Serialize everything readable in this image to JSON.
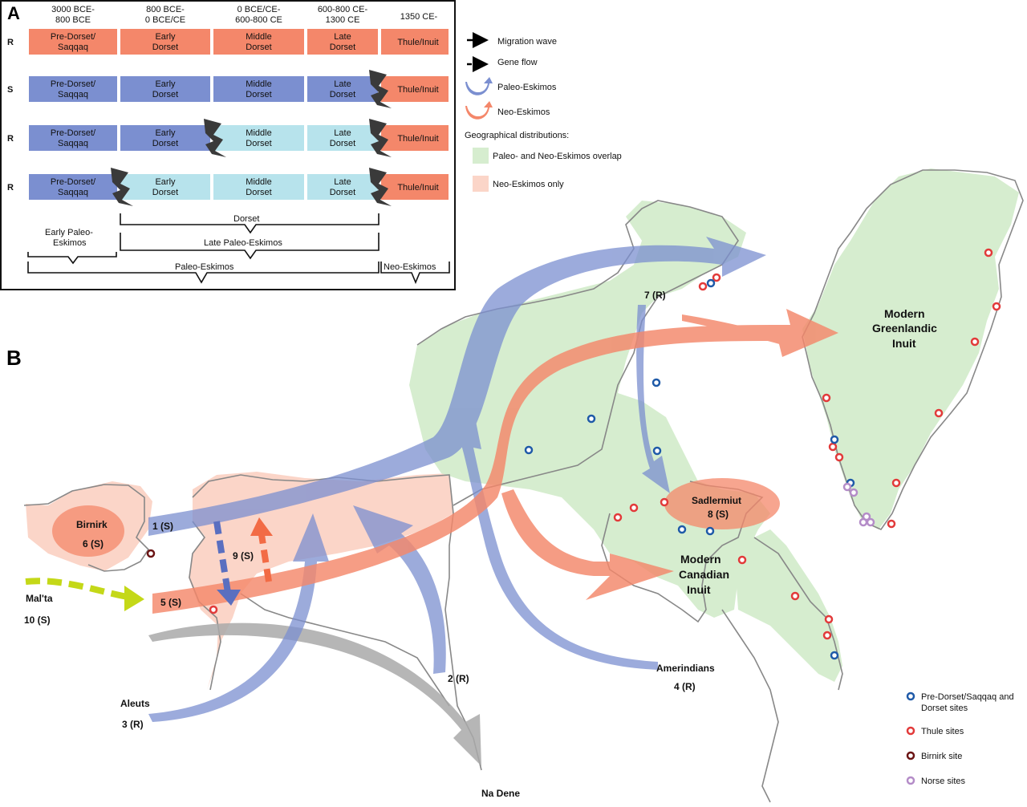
{
  "panelA": {
    "letter": "A",
    "periods": [
      {
        "l1": "3000 BCE-",
        "l2": "800 BCE"
      },
      {
        "l1": "800 BCE-",
        "l2": "0 BCE/CE"
      },
      {
        "l1": "0 BCE/CE-",
        "l2": "600-800 CE"
      },
      {
        "l1": "600-800 CE-",
        "l2": "1300 CE"
      },
      {
        "l1": "1350 CE-",
        "l2": ""
      }
    ],
    "rows": [
      {
        "code": "R",
        "cells": [
          {
            "l1": "Pre-Dorset/",
            "l2": "Saqqaq"
          },
          {
            "l1": "Early",
            "l2": "Dorset"
          },
          {
            "l1": "Middle",
            "l2": "Dorset"
          },
          {
            "l1": "Late",
            "l2": "Dorset"
          },
          {
            "l1": "Thule/Inuit",
            "l2": ""
          }
        ]
      },
      {
        "code": "S",
        "cells": [
          {
            "l1": "Pre-Dorset/",
            "l2": "Saqqaq"
          },
          {
            "l1": "Early",
            "l2": "Dorset"
          },
          {
            "l1": "Middle",
            "l2": "Dorset"
          },
          {
            "l1": "Late",
            "l2": "Dorset"
          },
          {
            "l1": "Thule/Inuit",
            "l2": ""
          }
        ]
      },
      {
        "code": "R",
        "cells": [
          {
            "l1": "Pre-Dorset/",
            "l2": "Saqqaq"
          },
          {
            "l1": "Early",
            "l2": "Dorset"
          },
          {
            "l1": "Middle",
            "l2": "Dorset"
          },
          {
            "l1": "Late",
            "l2": "Dorset"
          },
          {
            "l1": "Thule/Inuit",
            "l2": ""
          }
        ]
      },
      {
        "code": "R",
        "cells": [
          {
            "l1": "Pre-Dorset/",
            "l2": "Saqqaq"
          },
          {
            "l1": "Early",
            "l2": "Dorset"
          },
          {
            "l1": "Middle",
            "l2": "Dorset"
          },
          {
            "l1": "Late",
            "l2": "Dorset"
          },
          {
            "l1": "Thule/Inuit",
            "l2": ""
          }
        ]
      }
    ],
    "brackets": {
      "dorset": "Dorset",
      "early_pe_1": "Early Paleo-",
      "early_pe_2": "Eskimos",
      "late_pe": "Late Paleo-Eskimos",
      "paleo": "Paleo-Eskimos",
      "neo": "Neo-Eskimos"
    }
  },
  "colors": {
    "neo": "#f4876a",
    "paleo": "#7b8fd0",
    "lightblue": "#b7e3ec",
    "overlap": "#d6edcf",
    "neo_only": "#fbd5c8",
    "thule": "#e23a3a",
    "dorset": "#1f5aa8",
    "birnirk": "#6b1414",
    "norse": "#b48cc8"
  },
  "legend": {
    "migration": "Migration wave",
    "gene": "Gene flow",
    "paleo": "Paleo-Eskimos",
    "neo": "Neo-Eskimos",
    "geo": "Geographical distributions:",
    "overlap": "Paleo- and Neo-Eskimos overlap",
    "neo_only": "Neo-Eskimos only"
  },
  "site_legend": {
    "dorset_1": "Pre-Dorset/Saqqaq and",
    "dorset_2": "Dorset sites",
    "thule": "Thule sites",
    "birnirk": "Birnirk site",
    "norse": "Norse sites"
  },
  "panelB": {
    "letter": "B",
    "labels": {
      "birnirk": "Birnirk",
      "birnirk_code": "6 (S)",
      "malta": "Mal'ta",
      "malta_code": "10 (S)",
      "w1": "1 (S)",
      "w5": "5 (S)",
      "w9": "9 (S)",
      "w7": "7 (R)",
      "sadlermiut": "Sadlermiut",
      "sadlermiut_code": "8 (S)",
      "aleuts": "Aleuts",
      "aleuts_code": "3 (R)",
      "w2": "2 (R)",
      "amerindians": "Amerindians",
      "amerindians_code": "4 (R)",
      "nadene": "Na Dene",
      "mgi_1": "Modern",
      "mgi_2": "Greenlandic",
      "mgi_3": "Inuit",
      "mci_1": "Modern",
      "mci_2": "Canadian",
      "mci_3": "Inuit"
    }
  }
}
